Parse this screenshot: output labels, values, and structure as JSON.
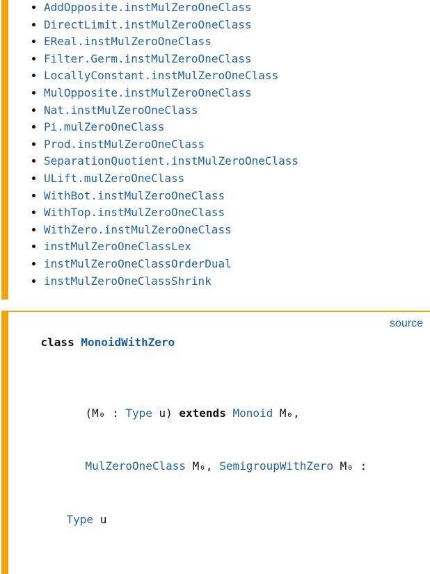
{
  "theme": {
    "gold": "#f1a30a",
    "link_blue": "#2063a8",
    "decl_name_blue": "#1a5ea8",
    "code_black": "#111111"
  },
  "instances": {
    "items": [
      "AddOpposite.instMulZeroOneClass",
      "DirectLimit.instMulZeroOneClass",
      "EReal.instMulZeroOneClass",
      "Filter.Germ.instMulZeroOneClass",
      "LocallyConstant.instMulZeroOneClass",
      "MulOpposite.instMulZeroOneClass",
      "Nat.instMulZeroOneClass",
      "Pi.mulZeroOneClass",
      "Prod.instMulZeroOneClass",
      "SeparationQuotient.instMulZeroOneClass",
      "ULift.mulZeroOneClass",
      "WithBot.instMulZeroOneClass",
      "WithTop.instMulZeroOneClass",
      "WithZero.instMulZeroOneClass",
      "instMulZeroOneClassLex",
      "instMulZeroOneClassOrderDual",
      "instMulZeroOneClassShrink"
    ]
  },
  "declaration": {
    "source_label": "source",
    "line1": [
      "class ",
      "MonoidWithZero"
    ],
    "line2": [
      "(M₀ : ",
      "Type",
      " u) ",
      "extends",
      " ",
      "Monoid",
      " M₀,"
    ],
    "line3": [
      "MulZeroOneClass",
      " M₀, ",
      "SemigroupWithZero",
      " M₀ :"
    ],
    "line4": [
      "Type",
      " u"
    ]
  }
}
